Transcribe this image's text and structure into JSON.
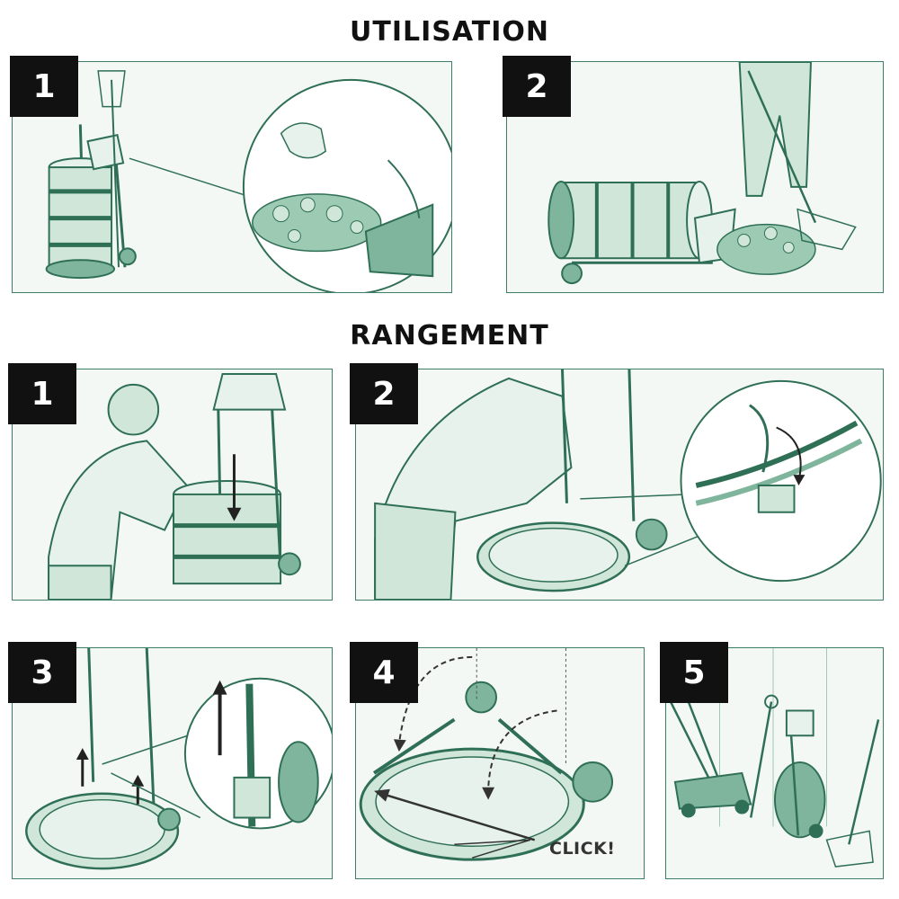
{
  "headings": {
    "usage": "UTILISATION",
    "storage": "RANGEMENT"
  },
  "usage_steps": [
    "1",
    "2"
  ],
  "storage_steps": [
    "1",
    "2",
    "3",
    "4",
    "5"
  ],
  "annotations": {
    "click": "CLICK!"
  },
  "colors": {
    "line": "#2f6f56",
    "fill": "#cfe6d9",
    "fill_dark": "#7fb59c",
    "badge": "#111111"
  }
}
